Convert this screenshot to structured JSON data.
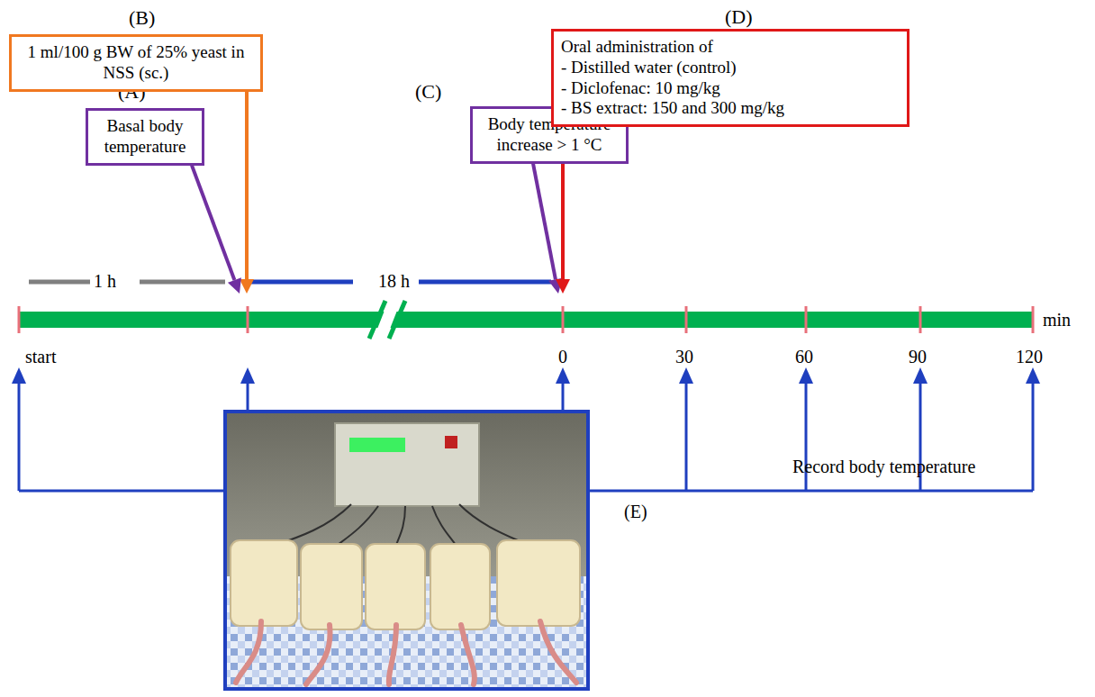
{
  "diagram": {
    "nodes": [
      {
        "text": [
          "(A)",
          "Basal body temperature"
        ]
      },
      {
        "text": [
          "(B)",
          "1 ml/100 g BW of 25% yeast in NSS (sc.)"
        ]
      },
      {
        "text": [
          "(C)",
          "Body temperature increase > 1 °C"
        ]
      },
      {
        "text": [
          "(D)",
          "Oral administration of",
          "- Distilled water (control)",
          "- Diclofenac: 10 mg/kg",
          "- BS extract: 150 and 300 mg/kg"
        ]
      }
    ],
    "labels": [
      "1 h",
      "18 h",
      "start",
      "0",
      "30",
      "60",
      "90",
      "120",
      "min",
      "Record body temperature",
      "(E)"
    ]
  }
}
